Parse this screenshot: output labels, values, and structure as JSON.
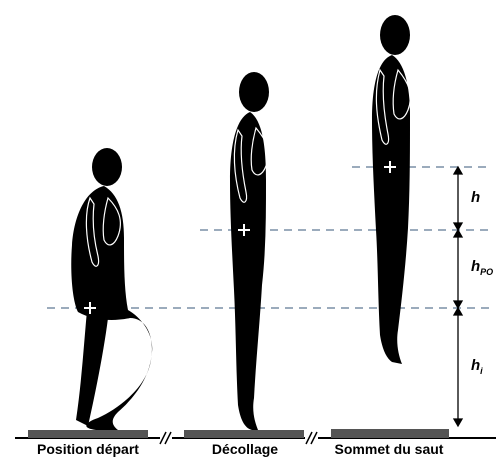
{
  "labels": {
    "start": "Position départ",
    "takeoff": "Décollage",
    "apex": "Sommet du saut"
  },
  "heights": {
    "h_main": "h",
    "h_po_main": "h",
    "h_po_sub": "PO",
    "h_i_main": "h",
    "h_i_sub": "i"
  },
  "colors": {
    "figure": "#000000",
    "dashed": "#7a8fa6",
    "platform": "#555555",
    "ground": "#000000"
  }
}
